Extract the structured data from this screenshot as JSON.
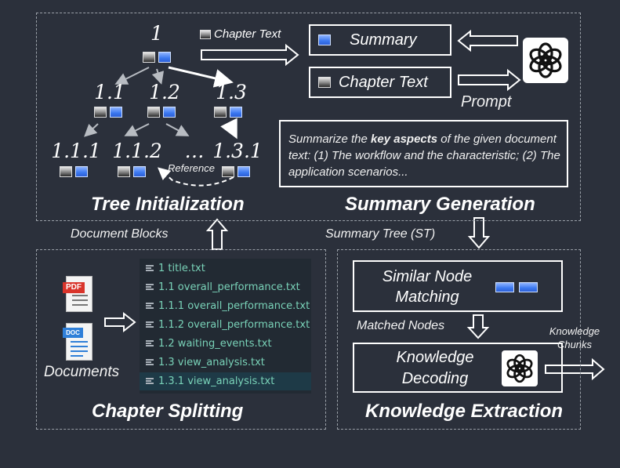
{
  "tree": {
    "root": "1",
    "level1": [
      "1.1",
      "1.2",
      "1.3"
    ],
    "level2": [
      "1.1.1",
      "1.1.2",
      "…",
      "1.3.1"
    ],
    "reference": "Reference",
    "chapter_text_label": "Chapter Text",
    "title": "Tree Initialization"
  },
  "summary_gen": {
    "summary_box": "Summary",
    "chapter_text_box": "Chapter Text",
    "prompt_label": "Prompt",
    "prompt_text_before": "Summarize the ",
    "prompt_text_bold": "key aspects",
    "prompt_text_after": " of the given document text: (1) The workflow and the characteristic; (2) The application scenarios...",
    "title": "Summary Generation"
  },
  "flow": {
    "document_blocks": "Document Blocks",
    "summary_tree": "Summary Tree (ST)"
  },
  "chapter_split": {
    "documents_label": "Documents",
    "pdf_icon_text": "PDF",
    "doc_icon_text": "DOC",
    "files": [
      "1 title.txt",
      "1.1 overall_performance.txt",
      "1.1.1 overall_performance.txt",
      "1.1.2 overall_performance.txt",
      "1.2 waiting_events.txt",
      "1.3 view_analysis.txt",
      "1.3.1 view_analysis.txt"
    ],
    "title": "Chapter Splitting"
  },
  "knowledge": {
    "similar_node_line1": "Similar Node",
    "similar_node_line2": "Matching",
    "matched_nodes": "Matched Nodes",
    "decoding_line1": "Knowledge",
    "decoding_line2": "Decoding",
    "chunks_line1": "Knowledge",
    "chunks_line2": "Chunks",
    "title": "Knowledge Extraction"
  },
  "colors": {
    "background": "#2b303b",
    "accent_blue": "#3b78f0",
    "file_text": "#79d2b8",
    "pdf_red": "#d9342b",
    "doc_blue": "#2f7fd8"
  },
  "icons": [
    "openai-logo-icon",
    "pdf-file-icon",
    "doc-file-icon",
    "text-file-icon"
  ]
}
